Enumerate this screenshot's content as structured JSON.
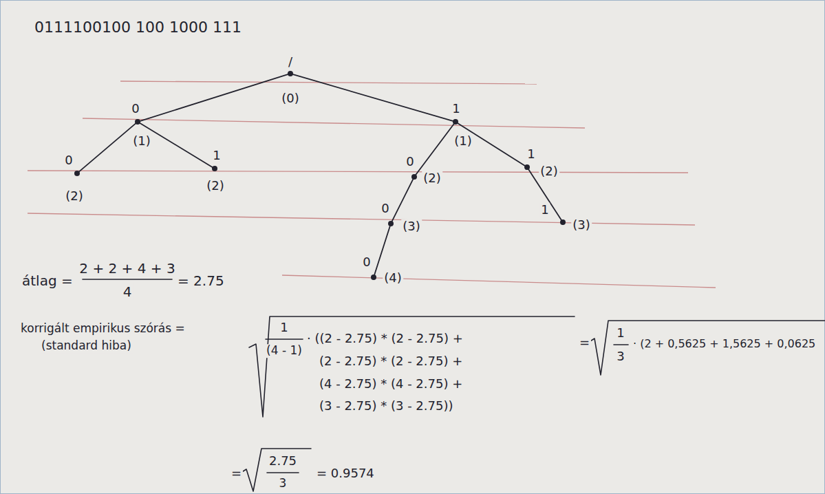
{
  "diagram": {
    "nodes": [
      {
        "text": [
          "/",
          "(0)"
        ]
      },
      {
        "text": [
          "0",
          "(1)"
        ]
      },
      {
        "text": [
          "0",
          "(2)"
        ]
      },
      {
        "text": [
          "1",
          "(2)"
        ]
      },
      {
        "text": [
          "1",
          "(1)"
        ]
      },
      {
        "text": [
          "0",
          "(2)"
        ]
      },
      {
        "text": [
          "0",
          "(3)"
        ]
      },
      {
        "text": [
          "0",
          "(4)"
        ]
      },
      {
        "text": [
          "1",
          "(2)"
        ]
      },
      {
        "text": [
          "1",
          "(3)"
        ]
      }
    ],
    "edges": [
      {
        "from": 0,
        "to": 1,
        "arrow": "none"
      },
      {
        "from": 1,
        "to": 2,
        "arrow": "none"
      },
      {
        "from": 1,
        "to": 3,
        "arrow": "none"
      },
      {
        "from": 0,
        "to": 4,
        "arrow": "none"
      },
      {
        "from": 4,
        "to": 5,
        "arrow": "none"
      },
      {
        "from": 5,
        "to": 6,
        "arrow": "none"
      },
      {
        "from": 6,
        "to": 7,
        "arrow": "none"
      },
      {
        "from": 4,
        "to": 8,
        "arrow": "none"
      },
      {
        "from": 8,
        "to": 9,
        "arrow": "none"
      }
    ],
    "labels": [
      "0111100100 100 1000 111",
      "átlag =",
      "2 + 2 + 4 + 3",
      "4",
      "= 2.75",
      "korrigált empirikus szórás =",
      "(standard hiba)",
      "1",
      "(4 - 1)",
      "· ((2 - 2.75) * (2 - 2.75) +",
      "(2 - 2.75) * (2 - 2.75) +",
      "(4 - 2.75) * (4 - 2.75) +",
      "(3 - 2.75) * (3 - 2.75))",
      "=",
      "1",
      "3",
      "· (2 + 0,5625 + 1,5625 + 0,0625",
      "=",
      "2.75",
      "3",
      "= 0.9574"
    ]
  }
}
